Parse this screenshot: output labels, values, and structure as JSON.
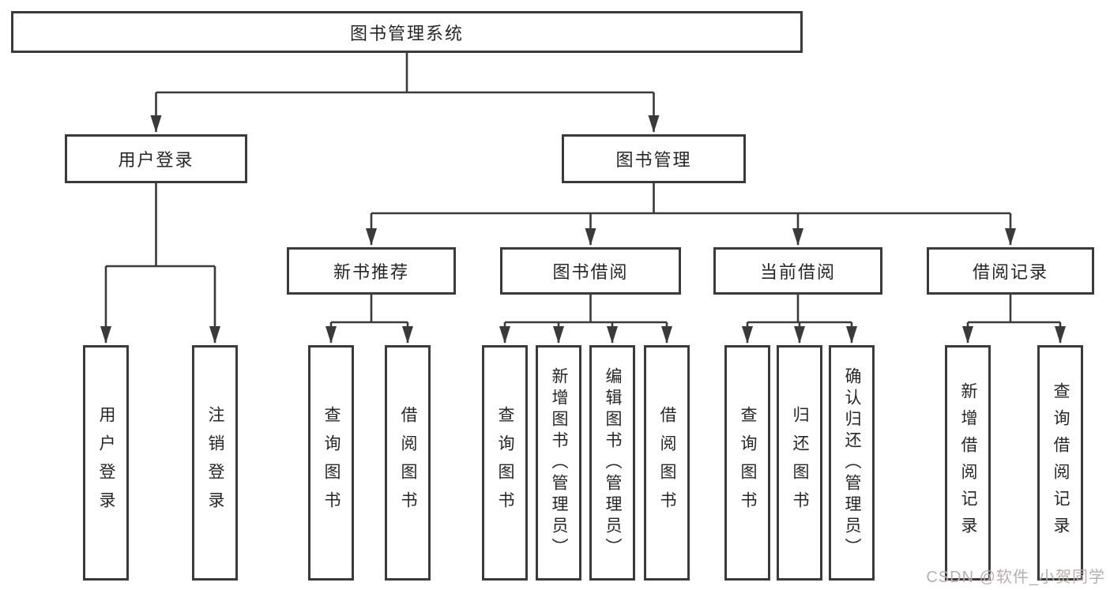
{
  "diagram": {
    "root": {
      "label": "图书管理系统"
    },
    "branches": {
      "user_login": {
        "label": "用户登录",
        "leaves": [
          {
            "label": "用户登录"
          },
          {
            "label": "注销登录"
          }
        ]
      },
      "book_management": {
        "label": "图书管理",
        "sections": {
          "new_books": {
            "label": "新书推荐",
            "leaves": [
              {
                "label": "查询图书"
              },
              {
                "label": "借阅图书"
              }
            ]
          },
          "book_borrow": {
            "label": "图书借阅",
            "leaves": [
              {
                "label": "查询图书"
              },
              {
                "label": "新增图书（管理员）"
              },
              {
                "label": "编辑图书（管理员）"
              },
              {
                "label": "借阅图书"
              }
            ]
          },
          "current_borrow": {
            "label": "当前借阅",
            "leaves": [
              {
                "label": "查询图书"
              },
              {
                "label": "归还图书"
              },
              {
                "label": "确认归还（管理员）"
              }
            ]
          },
          "borrow_records": {
            "label": "借阅记录",
            "leaves": [
              {
                "label": "新增借阅记录"
              },
              {
                "label": "查询借阅记录"
              }
            ]
          }
        }
      }
    },
    "watermark": {
      "text": "CSDN @软件_小贺同学"
    },
    "colors": {
      "line": "#3a3a3a",
      "text": "#262626",
      "watermark": "#b9aeae",
      "background": "#ffffff"
    }
  }
}
